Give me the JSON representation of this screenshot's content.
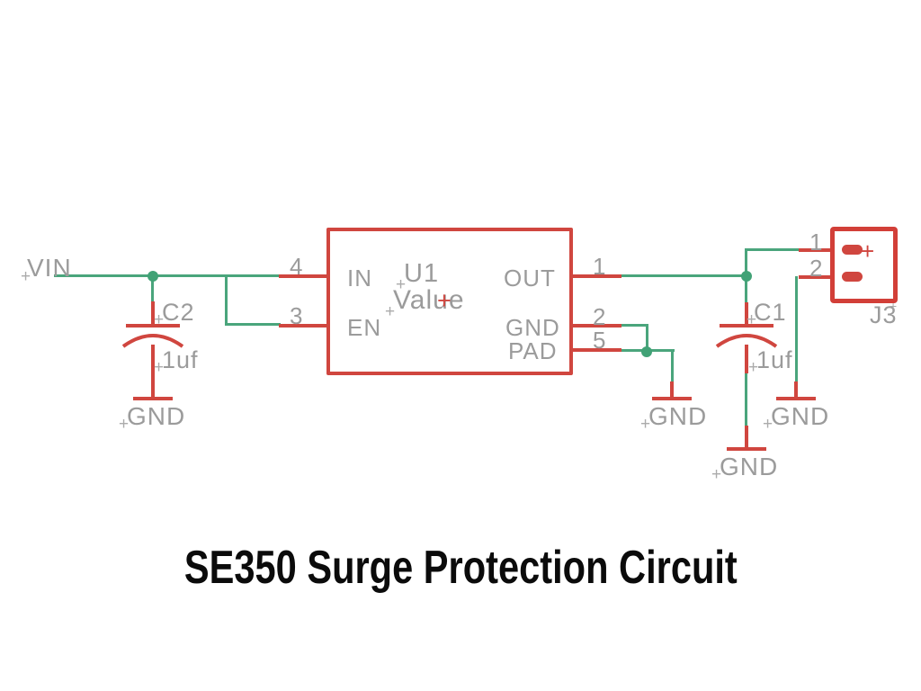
{
  "title": "SE350 Surge Protection Circuit",
  "colors": {
    "wire_green": "#4aa57c",
    "component_red": "#d0463f",
    "label_gray": "#9b9b9b",
    "title_black": "#0b0b0b"
  },
  "net_labels": {
    "vin": "VIN",
    "gnd": "GND"
  },
  "ic": {
    "designator": "U1",
    "value": "Value",
    "pins": {
      "in": {
        "number": "4",
        "name": "IN"
      },
      "en": {
        "number": "3",
        "name": "EN"
      },
      "out": {
        "number": "1",
        "name": "OUT"
      },
      "gnd": {
        "number": "2",
        "name": "GND"
      },
      "pad": {
        "number": "5",
        "name": "PAD"
      }
    }
  },
  "capacitors": {
    "c2": {
      "designator": "C2",
      "value": "1uf"
    },
    "c1": {
      "designator": "C1",
      "value": "1uf"
    }
  },
  "connector": {
    "designator": "J3",
    "pin1": "1",
    "pin2": "2",
    "polarity": "+"
  },
  "origin_cross": "+"
}
